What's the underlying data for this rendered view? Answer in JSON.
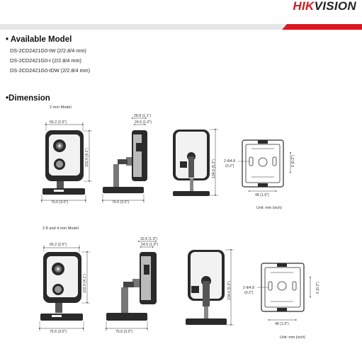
{
  "brand": {
    "logo_part1": "HIK",
    "logo_part2": "VISION"
  },
  "colors": {
    "accent": "#d71920",
    "band_gray": "#e6e6e6",
    "device_dark": "#2a2a2a",
    "device_light": "#f2f2f2"
  },
  "available_model": {
    "title": "• Available Model",
    "models": [
      "DS-2CD2421G0-IW (2/2.8/4 mm)",
      "DS-2CD2421G0-I (2/2.8/4 mm)",
      "DS-2CD2421G0-IDW (2/2.8/4 mm)"
    ]
  },
  "dimension": {
    "title": "•Dimension",
    "group1": {
      "caption": "2 mm Model",
      "width_top": "65.2 (2.6\")",
      "height_left": "102.9 (4.1\")",
      "base_front": "75.6 (3.0\")",
      "side_top_outer": "28.8 (1.1\")",
      "side_top_inner": "24.5 (1.0\")",
      "base_side": "75.6 (3.0\")",
      "back_height": "134.6 (5.3\")",
      "hole_label1": "2-Φ4.8",
      "hole_label2": "(0.2\")",
      "right_label": "6 (0.2\")",
      "bottom_label": "48 (1.9\")",
      "unit": "Unit: mm (inch)"
    },
    "group2": {
      "caption": "2.8 and 4 mm Model",
      "width_top": "65.2 (2.6\")",
      "height_left": "102.9 (4.1\")",
      "base_front": "75.6 (3.0\")",
      "side_top_outer": "32.6 (1.3\")",
      "side_top_inner": "24.5 (1.0\")",
      "base_side": "75.6 (3.0\")",
      "back_height": "134.6 (5.3\")",
      "hole_label1": "2-Φ4.8",
      "hole_label2": "(0.2\")",
      "right_label": "6 (0.2\")",
      "bottom_label": "48 (1.9\")",
      "unit": "Unit: mm (inch)"
    }
  }
}
